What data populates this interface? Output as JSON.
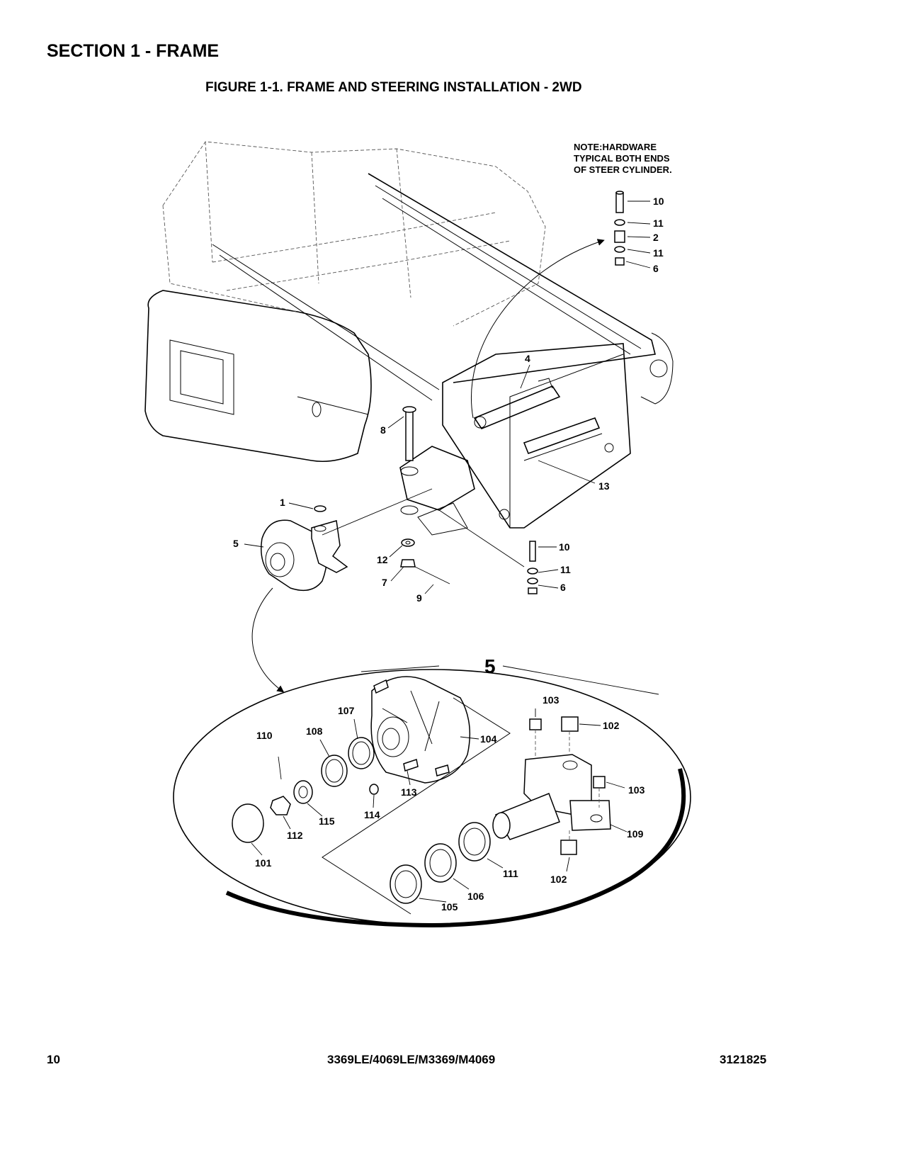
{
  "header": {
    "section_title": "SECTION 1 - FRAME",
    "figure_title": "FIGURE 1-1. FRAME AND STEERING INSTALLATION - 2WD"
  },
  "note": {
    "line1": "NOTE:HARDWARE",
    "line2": "TYPICAL BOTH ENDS",
    "line3": "OF STEER CYLINDER."
  },
  "callouts": {
    "c1": "1",
    "c2": "2",
    "c4": "4",
    "c5": "5",
    "c6a": "6",
    "c6b": "6",
    "c7": "7",
    "c8": "8",
    "c9": "9",
    "c10a": "10",
    "c10b": "10",
    "c11a": "11",
    "c11b": "11",
    "c11c": "11",
    "c12": "12",
    "c13": "13",
    "detail": "5",
    "c101": "101",
    "c102a": "102",
    "c102b": "102",
    "c103a": "103",
    "c103b": "103",
    "c104": "104",
    "c105": "105",
    "c106": "106",
    "c107": "107",
    "c108": "108",
    "c109": "109",
    "c110": "110",
    "c111": "111",
    "c112": "112",
    "c113": "113",
    "c114": "114",
    "c115": "115"
  },
  "footer": {
    "page_number": "10",
    "models": "3369LE/4069LE/M3369/M4069",
    "doc_number": "3121825"
  }
}
